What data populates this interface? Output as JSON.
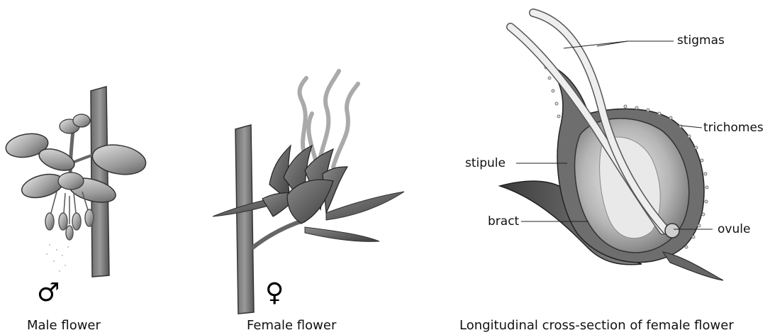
{
  "panels": [
    {
      "caption": "Male flower",
      "symbol": "♂"
    },
    {
      "caption": "Female flower",
      "symbol": "♀"
    },
    {
      "caption": "Longitudinal cross-section of female flower"
    }
  ],
  "labels": {
    "stigmas": "stigmas",
    "trichomes": "trichomes",
    "stipule": "stipule",
    "bract": "bract",
    "ovule": "ovule"
  },
  "colors": {
    "ink": "#111111",
    "dark_gray": "#4a4a4a",
    "mid_gray": "#8a8a8a",
    "light_gray": "#c8c8c8"
  }
}
